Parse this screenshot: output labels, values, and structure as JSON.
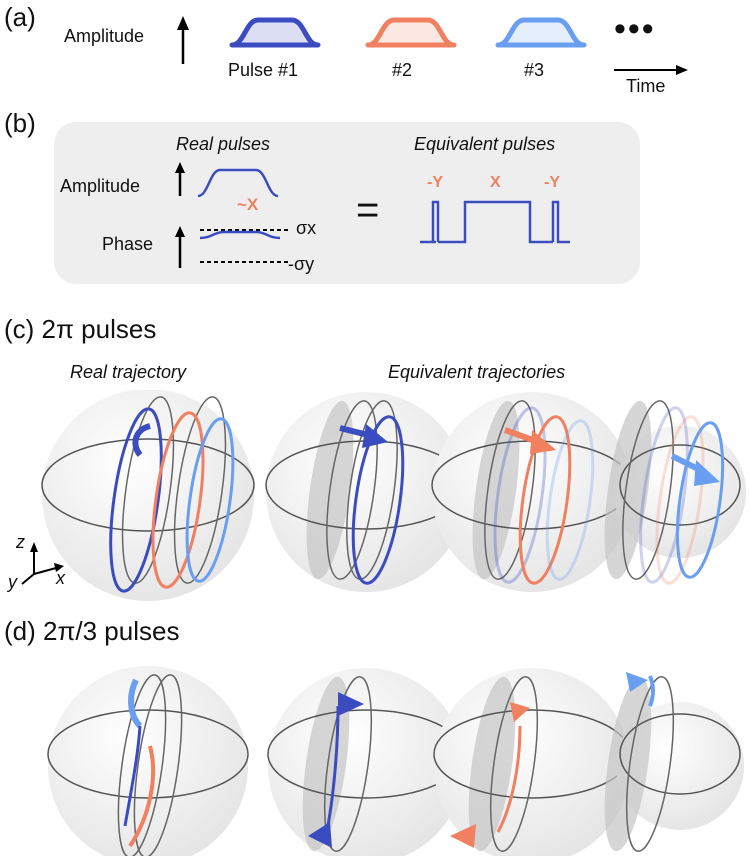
{
  "panel_a": {
    "label": "(a)",
    "amplitude_label": "Amplitude",
    "pulse_labels": [
      "Pulse #1",
      "#2",
      "#3"
    ],
    "ellipsis": "•••",
    "time_label": "Time"
  },
  "panel_b": {
    "label": "(b)",
    "real_title": "Real pulses",
    "equivalent_title": "Equivalent pulses",
    "amplitude_label": "Amplitude",
    "phase_label": "Phase",
    "approx_x": "~X",
    "sigma_x": "σx",
    "sigma_y": "-σy",
    "equals": "=",
    "eq_labels": [
      "-Y",
      "X",
      "-Y"
    ]
  },
  "panel_c": {
    "label": "(c) 2π pulses",
    "real_title": "Real trajectory",
    "equivalent_title": "Equivalent trajectories"
  },
  "panel_d": {
    "label": "(d) 2π/3 pulses"
  },
  "axes": {
    "z": "z",
    "y": "y",
    "x": "x"
  },
  "colors": {
    "pulse1": "#3b4cc0",
    "pulse2": "#f08060",
    "pulse3": "#6a9ef0",
    "gray_box": "#eeeeee"
  }
}
